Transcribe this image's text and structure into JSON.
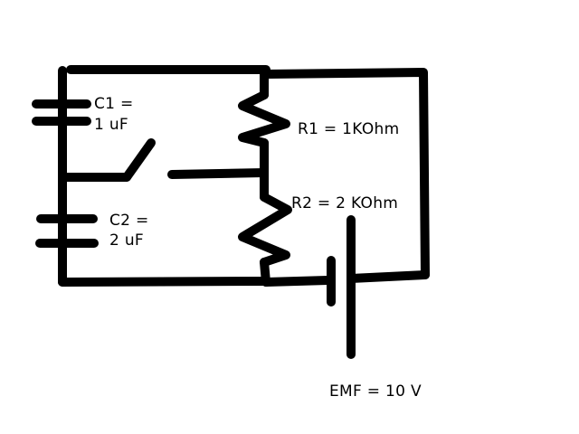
{
  "diagram": {
    "capacitor_c1": {
      "name_line": "C1 =",
      "value_line": "1 uF"
    },
    "capacitor_c2": {
      "name_line": "C2 =",
      "value_line": "2 uF"
    },
    "resistor_r1": {
      "label": "R1 = 1KOhm"
    },
    "resistor_r2": {
      "label": "R2 = 2 KOhm"
    },
    "battery": {
      "label": "EMF = 10 V"
    },
    "colors": {
      "background": "#ffffff",
      "ink": "#000000"
    }
  }
}
